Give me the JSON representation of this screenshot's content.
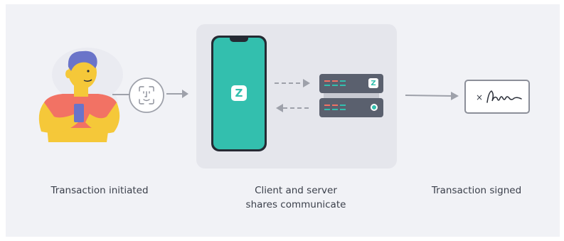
{
  "steps": {
    "initiated": "Transaction initiated",
    "communicate_line1": "Client and server",
    "communicate_line2": "shares communicate",
    "signed": "Transaction signed"
  },
  "icons": {
    "app_glyph": "Z",
    "signature_mark": "×"
  },
  "colors": {
    "background": "#f1f2f6",
    "panel": "#e5e6ec",
    "accent_teal": "#33bfae",
    "server": "#5a606e",
    "arrow": "#9ea1aa",
    "person_shirt": "#f27264",
    "person_skin": "#f5c839"
  }
}
